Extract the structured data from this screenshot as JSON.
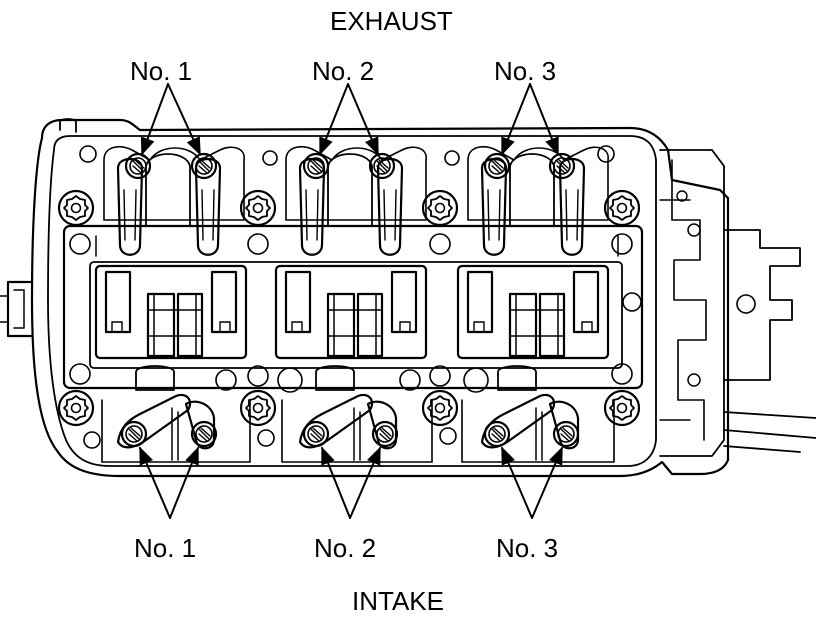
{
  "header": {
    "top_label": "EXHAUST",
    "bottom_label": "INTAKE"
  },
  "exhaust_labels": [
    "No. 1",
    "No. 2",
    "No. 3"
  ],
  "intake_labels": [
    "No. 1",
    "No. 2",
    "No. 3"
  ],
  "colors": {
    "line": "#000000",
    "background": "#ffffff"
  }
}
